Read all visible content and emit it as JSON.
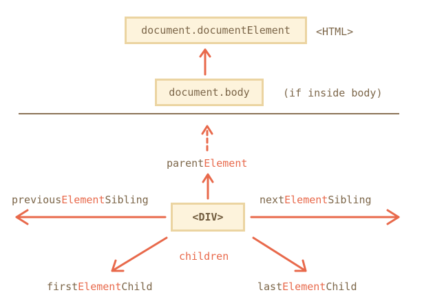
{
  "colors": {
    "arrow": "#e8694b",
    "box_fill": "#fdf3dc",
    "box_border": "#ebd4a1",
    "divider": "#8a7255",
    "text": "#7c6649",
    "highlight": "#e8694b"
  },
  "nodes": {
    "document_element": "document.documentElement",
    "html_tag": "<HTML>",
    "body": "document.body",
    "body_note": "(if inside body)",
    "div": "<DIV>"
  },
  "labels": {
    "parent": {
      "pre": "parent",
      "hl": "Element",
      "post": ""
    },
    "previous": {
      "pre": "previous",
      "hl": "Element",
      "post": "Sibling"
    },
    "next": {
      "pre": "next",
      "hl": "Element",
      "post": "Sibling"
    },
    "children": "children",
    "first": {
      "pre": "first",
      "hl": "Element",
      "post": "Child"
    },
    "last": {
      "pre": "last",
      "hl": "Element",
      "post": "Child"
    }
  }
}
